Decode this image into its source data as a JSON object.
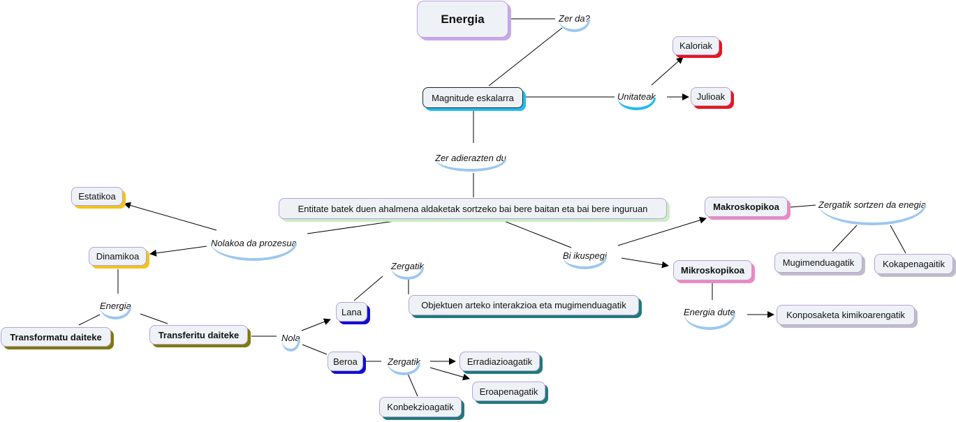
{
  "concept_map": {
    "title": "Energia",
    "nodes": {
      "magnitude": "Magnitude eskalarra",
      "kaloriak": "Kaloriak",
      "julioak": "Julioak",
      "entitate": "Entitate batek duen ahalmena aldaketak sortzeko bai bere baitan eta bai bere inguruan",
      "estatikoa": "Estatikoa",
      "dinamikoa": "Dinamikoa",
      "transformatu": "Transformatu daiteke",
      "transferitu": "Transferitu daiteke",
      "lana": "Lana",
      "objektuen": "Objektuen arteko interakzioa eta mugimenduagatik",
      "beroa": "Beroa",
      "erradiazio": "Erradiazioagatik",
      "eroapen": "Eroapenagatik",
      "konbekzio": "Konbekzioagatik",
      "makroskopikoa": "Makroskopikoa",
      "mikroskopikoa": "Mikroskopikoa",
      "mugimendu": "Mugimenduagatik",
      "kokapen": "Kokapenagaitik",
      "konposaketa": "Konposaketa kimikoarengatik"
    },
    "links": {
      "zer_da": "Zer da?",
      "unitateak": "Unitateak",
      "zer_adierazten": "Zer adierazten du",
      "nolakoa": "Nolakoa da prozesua",
      "energia": "Energia",
      "nola": "Nola",
      "zergatik_lana": "Zergatik",
      "zergatik_beroa": "Zergatik",
      "bi_ikuspegi": "Bi  ikuspegi",
      "zergatik_sortzen": "Zergatik sortzen da  enegia",
      "energia_dute": "Energia dute"
    },
    "colors": {
      "purple": "#c9a6ec",
      "cyan": "#22bbee",
      "red": "#e8141c",
      "green": "#c8f0c0",
      "yellow": "#f2c31c",
      "olive": "#807a10",
      "blue": "#1010d0",
      "teal": "#1f7a7a",
      "pink": "#ee88c0",
      "grey": "#c0bcc8"
    }
  }
}
